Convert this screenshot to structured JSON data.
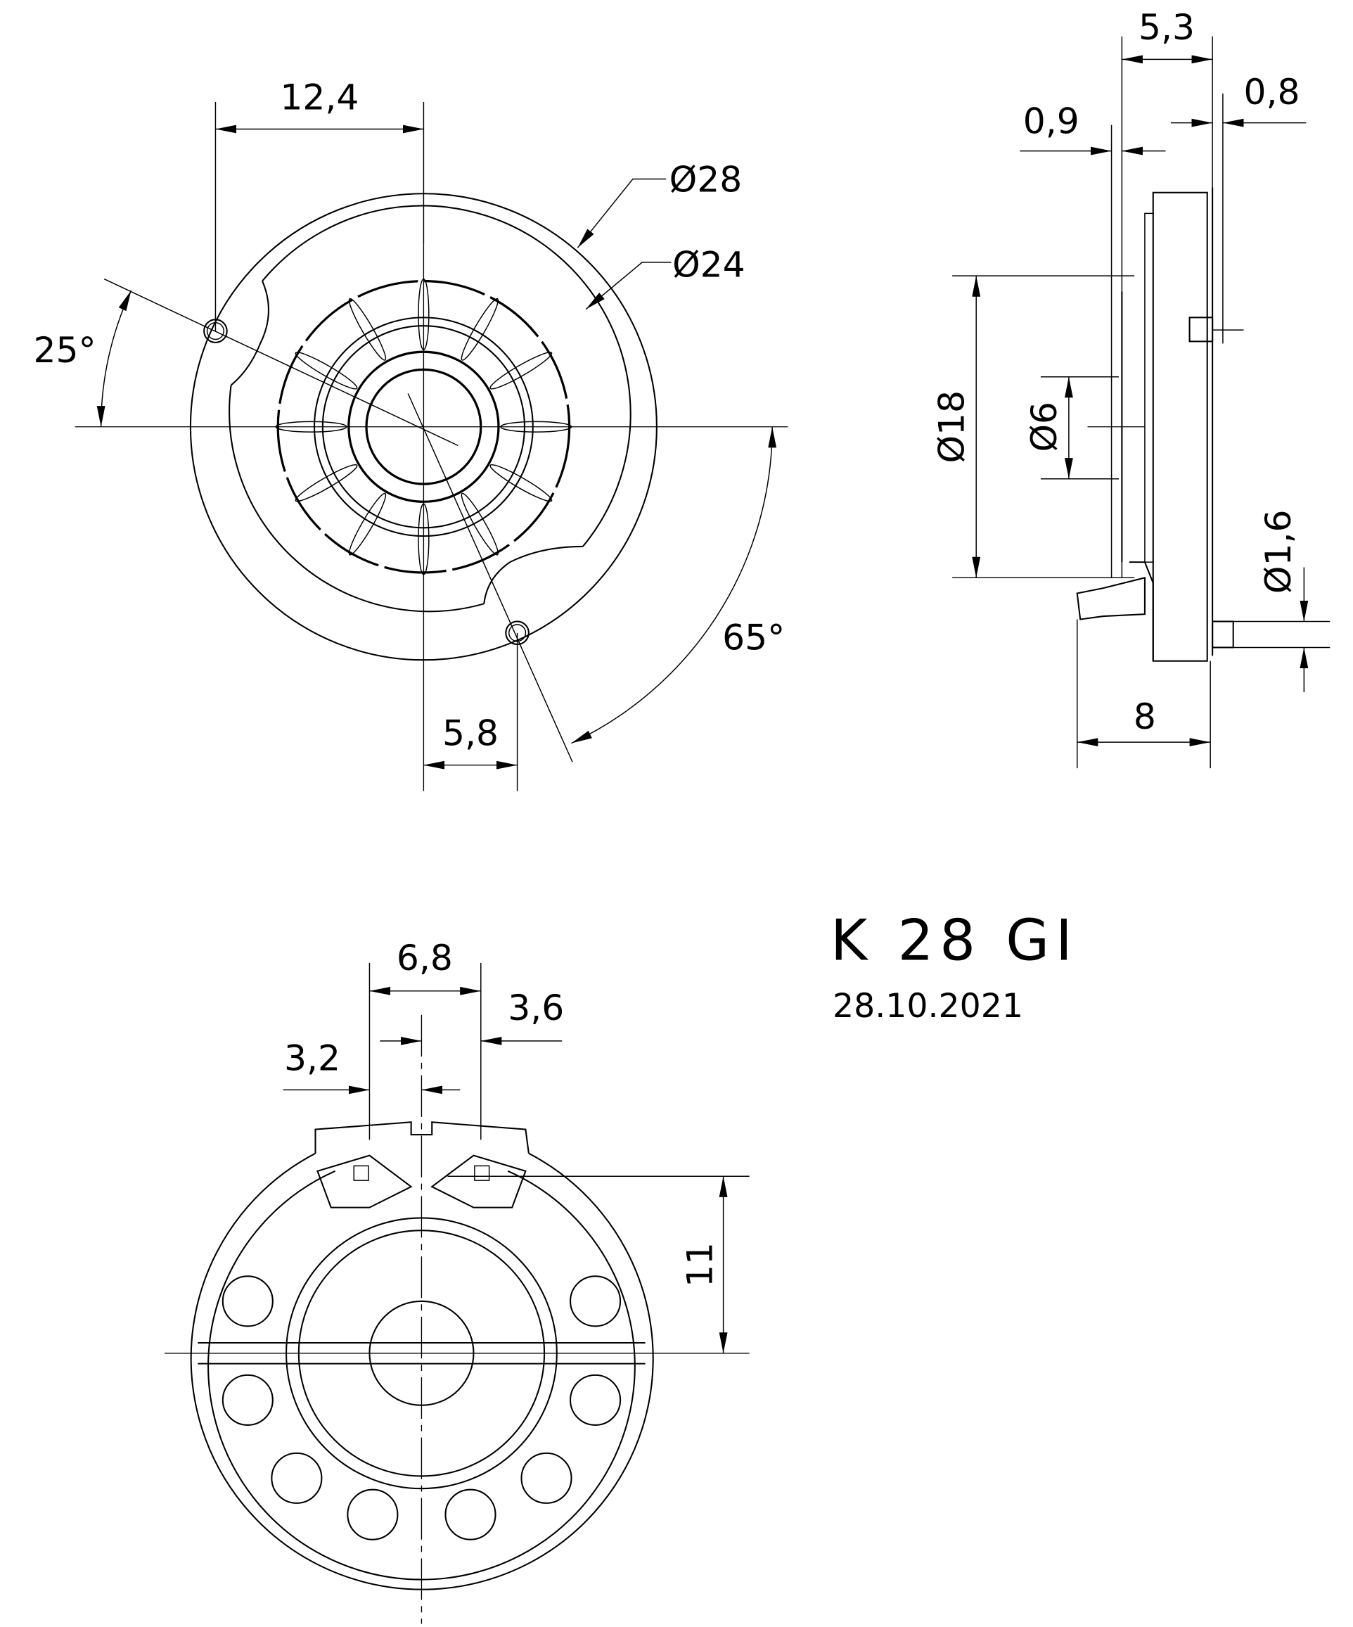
{
  "title": {
    "part": "K 28 GI",
    "date": "28.10.2021"
  },
  "front_view": {
    "dim_hole_offset": "12,4",
    "dim_outer_dia": "Ø28",
    "dim_inner_dia": "Ø24",
    "angle_upper": "25°",
    "angle_lower": "65°",
    "dim_hole2_offset": "5,8"
  },
  "side_view": {
    "dim_depth": "5,3",
    "dim_front": "0,9",
    "dim_back": "0,8",
    "dim_dia18": "Ø18",
    "dim_dia6": "Ø6",
    "dim_pin": "Ø1,6",
    "dim_total": "8"
  },
  "rear_view": {
    "dim_terminal_span": "6,8",
    "dim_right": "3,6",
    "dim_left": "3,2",
    "dim_height": "11"
  },
  "colors": {
    "line": "#000000",
    "background": "#ffffff"
  }
}
